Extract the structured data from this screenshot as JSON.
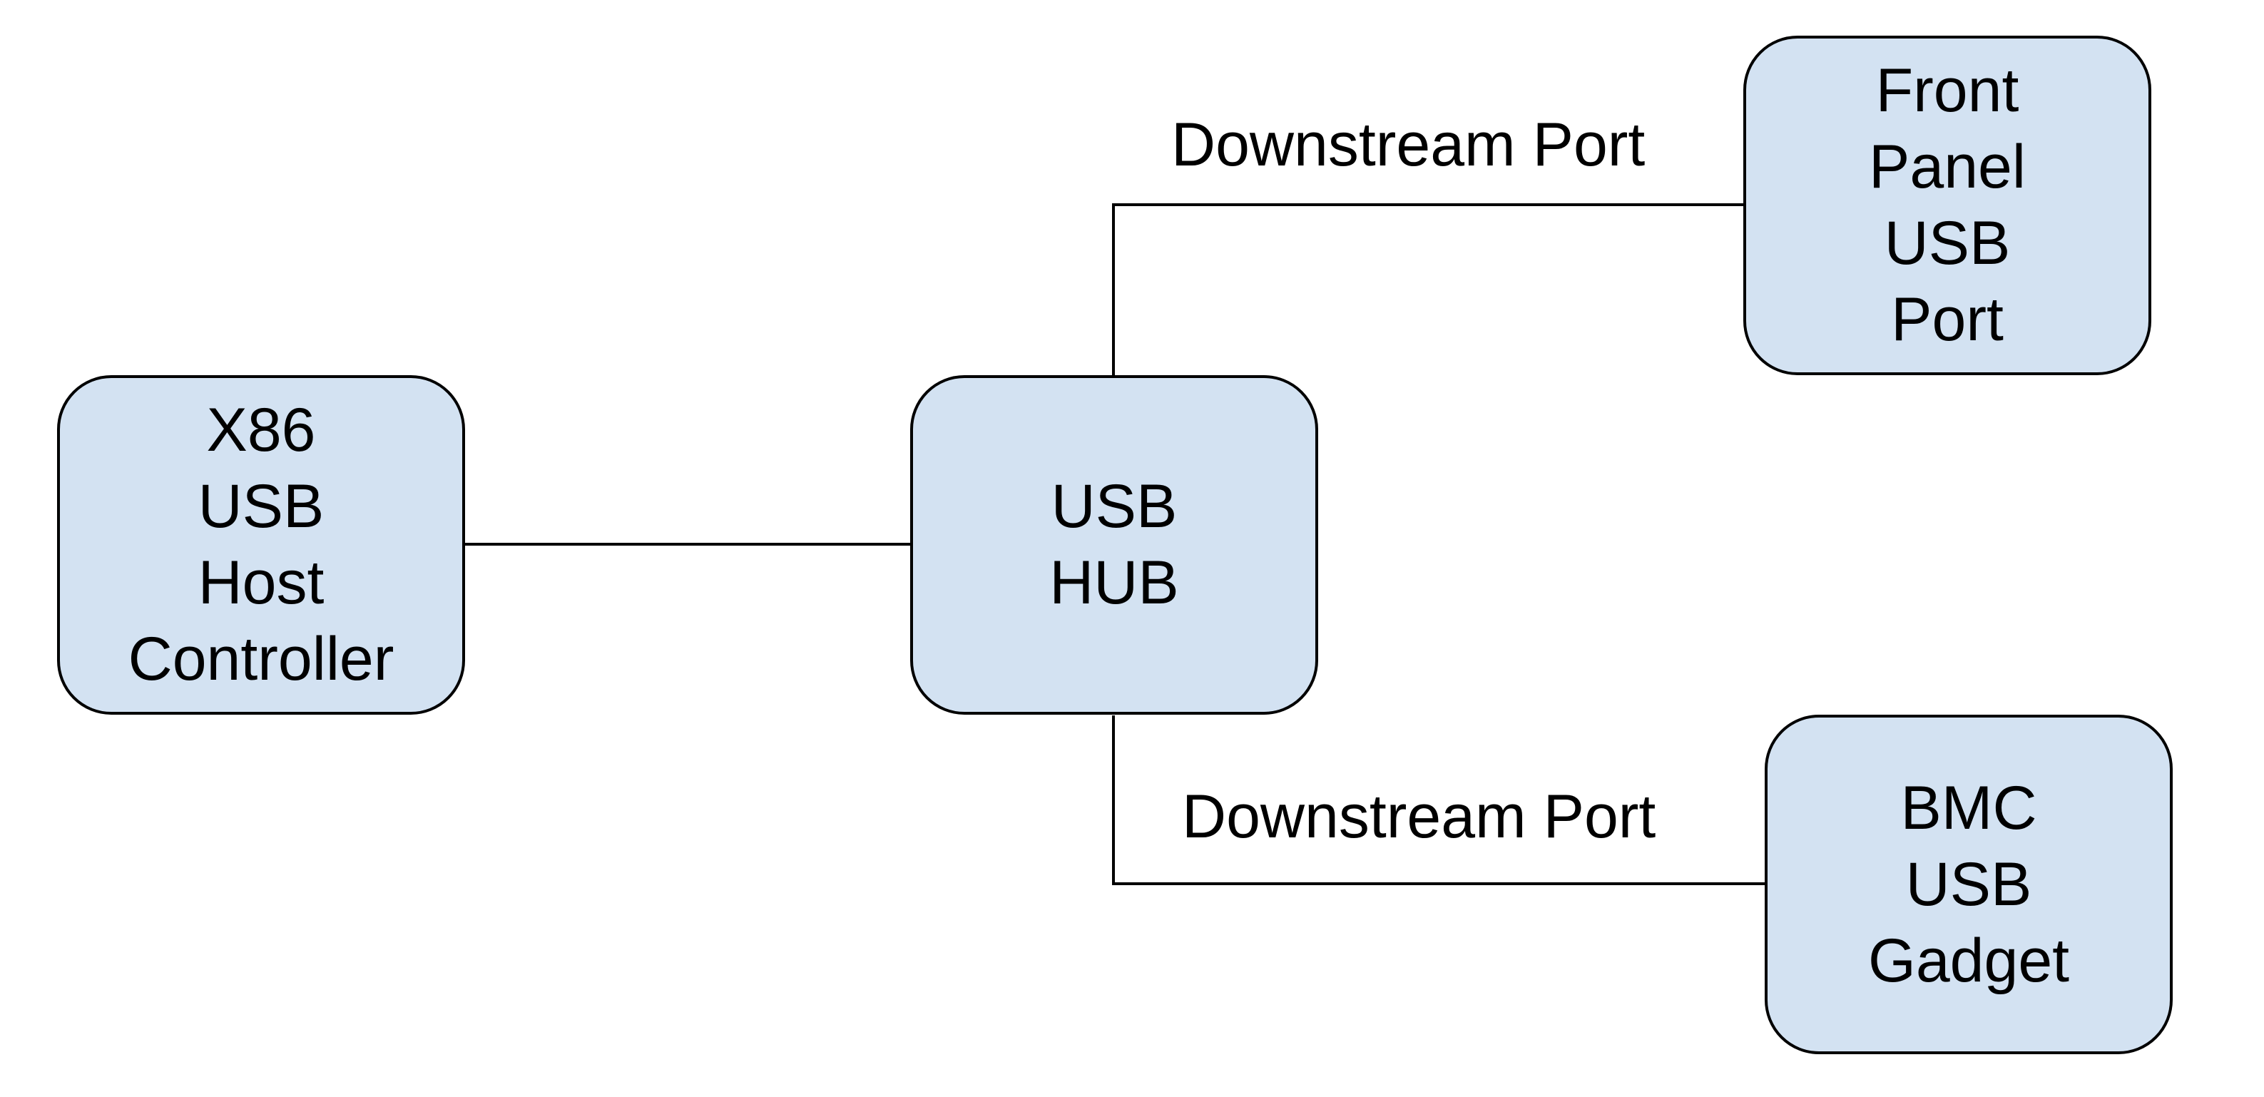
{
  "diagram": {
    "node_fill": "#d3e2f2",
    "line_color": "#000000",
    "nodes": {
      "host_controller": {
        "lines": [
          "X86",
          "USB",
          "Host",
          "Controller"
        ]
      },
      "usb_hub": {
        "lines": [
          "USB",
          "HUB"
        ]
      },
      "front_panel": {
        "lines": [
          "Front",
          "Panel",
          "USB",
          "Port"
        ]
      },
      "bmc_gadget": {
        "lines": [
          "BMC",
          "USB",
          "Gadget"
        ]
      }
    },
    "edges": [
      {
        "from": "host_controller",
        "to": "usb_hub",
        "label": ""
      },
      {
        "from": "usb_hub",
        "to": "front_panel",
        "label": "Downstream Port"
      },
      {
        "from": "usb_hub",
        "to": "bmc_gadget",
        "label": "Downstream Port"
      }
    ]
  }
}
